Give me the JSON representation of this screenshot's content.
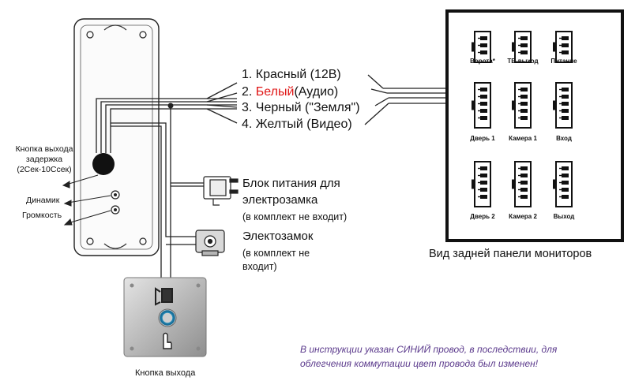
{
  "wires": {
    "w1": "1. Красный (12В)",
    "w2_num": "2. ",
    "w2_color": "Белый",
    "w2_rest": "(Аудио)",
    "w3": "3. Черный (\"Земля\")",
    "w4": "4. Желтый (Видео)"
  },
  "panel": {
    "exit_delay": [
      "Кнопка выхода",
      "задержка",
      "(2Сек-10Ссек)"
    ],
    "speaker": "Динамик",
    "volume": "Громкость"
  },
  "power": {
    "title_1": "Блок питания для",
    "title_2": "электрозамка",
    "note": "(в комплект не входит)"
  },
  "lock": {
    "title": "Электозамок",
    "note_1": "(в комплект не",
    "note_2": "входит)"
  },
  "monitor": {
    "caption": "Вид задней панели мониторов",
    "ports": [
      "Ворота*",
      "ТВ-выход",
      "Питание",
      "Дверь 1",
      "Камера 1",
      "Вход",
      "Дверь 2",
      "Камера 2",
      "Выход"
    ]
  },
  "exit_button": {
    "label": "Кнопка выхода"
  },
  "footnote": {
    "line1": "В инструкции указан СИНИЙ провод,  в последствии, для",
    "line2": "облегчения коммутации цвет провода был изменен!"
  },
  "colors": {
    "white_wire_text": "#e01515",
    "note_text": "#5b3a8c",
    "frame": "#111111"
  }
}
